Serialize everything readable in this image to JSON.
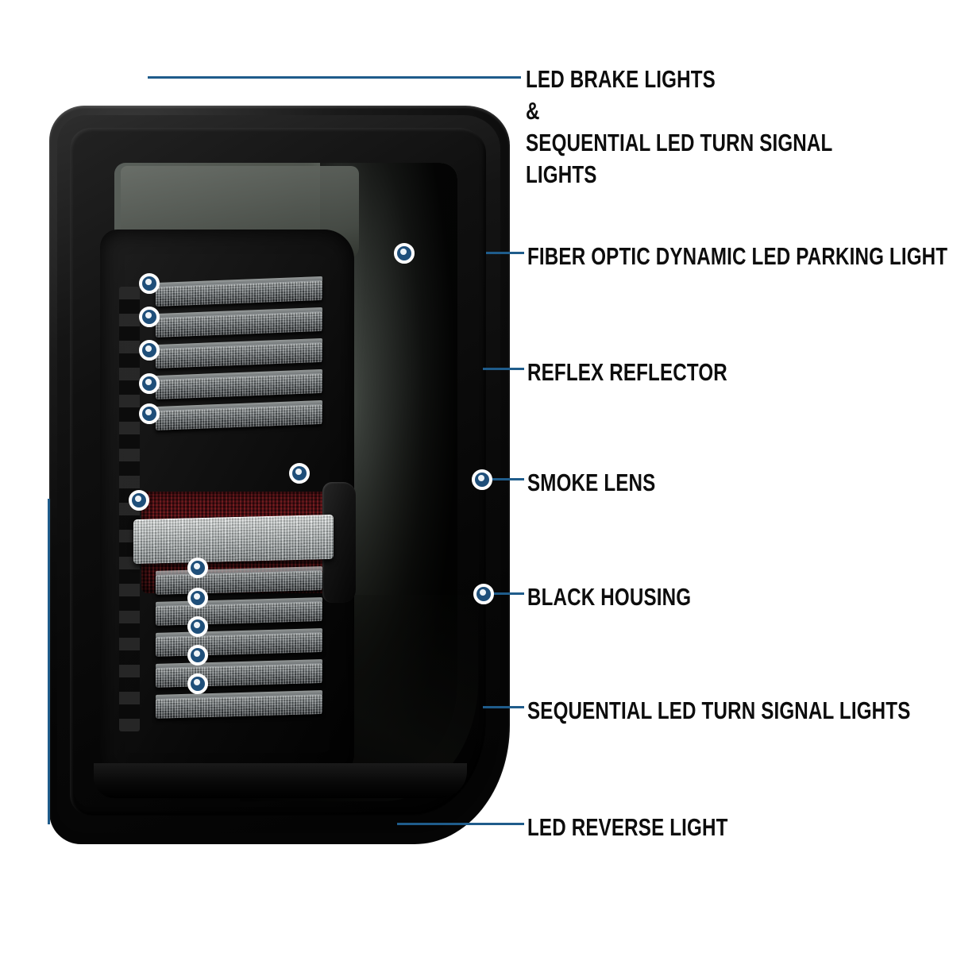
{
  "page": {
    "title": "Tail Light Feature Callout Diagram",
    "background_color": "#ffffff"
  },
  "theme": {
    "line_color_on_white": "#1f5c8b",
    "line_color_on_product": "#3e7bad",
    "line_halo_color": "#cdd4d8",
    "marker_fill": "#1f4f7a",
    "marker_ring": "#ffffff",
    "label_color": "#0d0d0d"
  },
  "product": {
    "name": "smoked-led-tail-light",
    "housing_color": "#0b0b0b",
    "lens_color": "#4a504c",
    "reflector_color": "#3e0c10",
    "reverse_lens_color": "#bcc2c2",
    "led_bar_color": "#70777a",
    "led_bar_counts": {
      "upper_cluster": 5,
      "lower_cluster": 5
    }
  },
  "callouts": [
    {
      "id": "led-brake-lights",
      "label": "LED BRAKE LIGHTS\n&\nSEQUENTIAL LED TURN SIGNAL LIGHTS",
      "marker_count": 5
    },
    {
      "id": "fiber-optic-parking-light",
      "label": "FIBER OPTIC DYNAMIC LED PARKING LIGHT",
      "marker_count": 1
    },
    {
      "id": "reflex-reflector",
      "label": "REFLEX REFLECTOR",
      "marker_count": 1
    },
    {
      "id": "smoke-lens",
      "label": "SMOKE LENS",
      "marker_count": 1
    },
    {
      "id": "black-housing",
      "label": "BLACK HOUSING",
      "marker_count": 1
    },
    {
      "id": "sequential-turn-signal",
      "label": "SEQUENTIAL LED TURN SIGNAL LIGHTS",
      "marker_count": 5
    },
    {
      "id": "led-reverse-light",
      "label": "LED REVERSE LIGHT",
      "marker_count": 1
    }
  ]
}
